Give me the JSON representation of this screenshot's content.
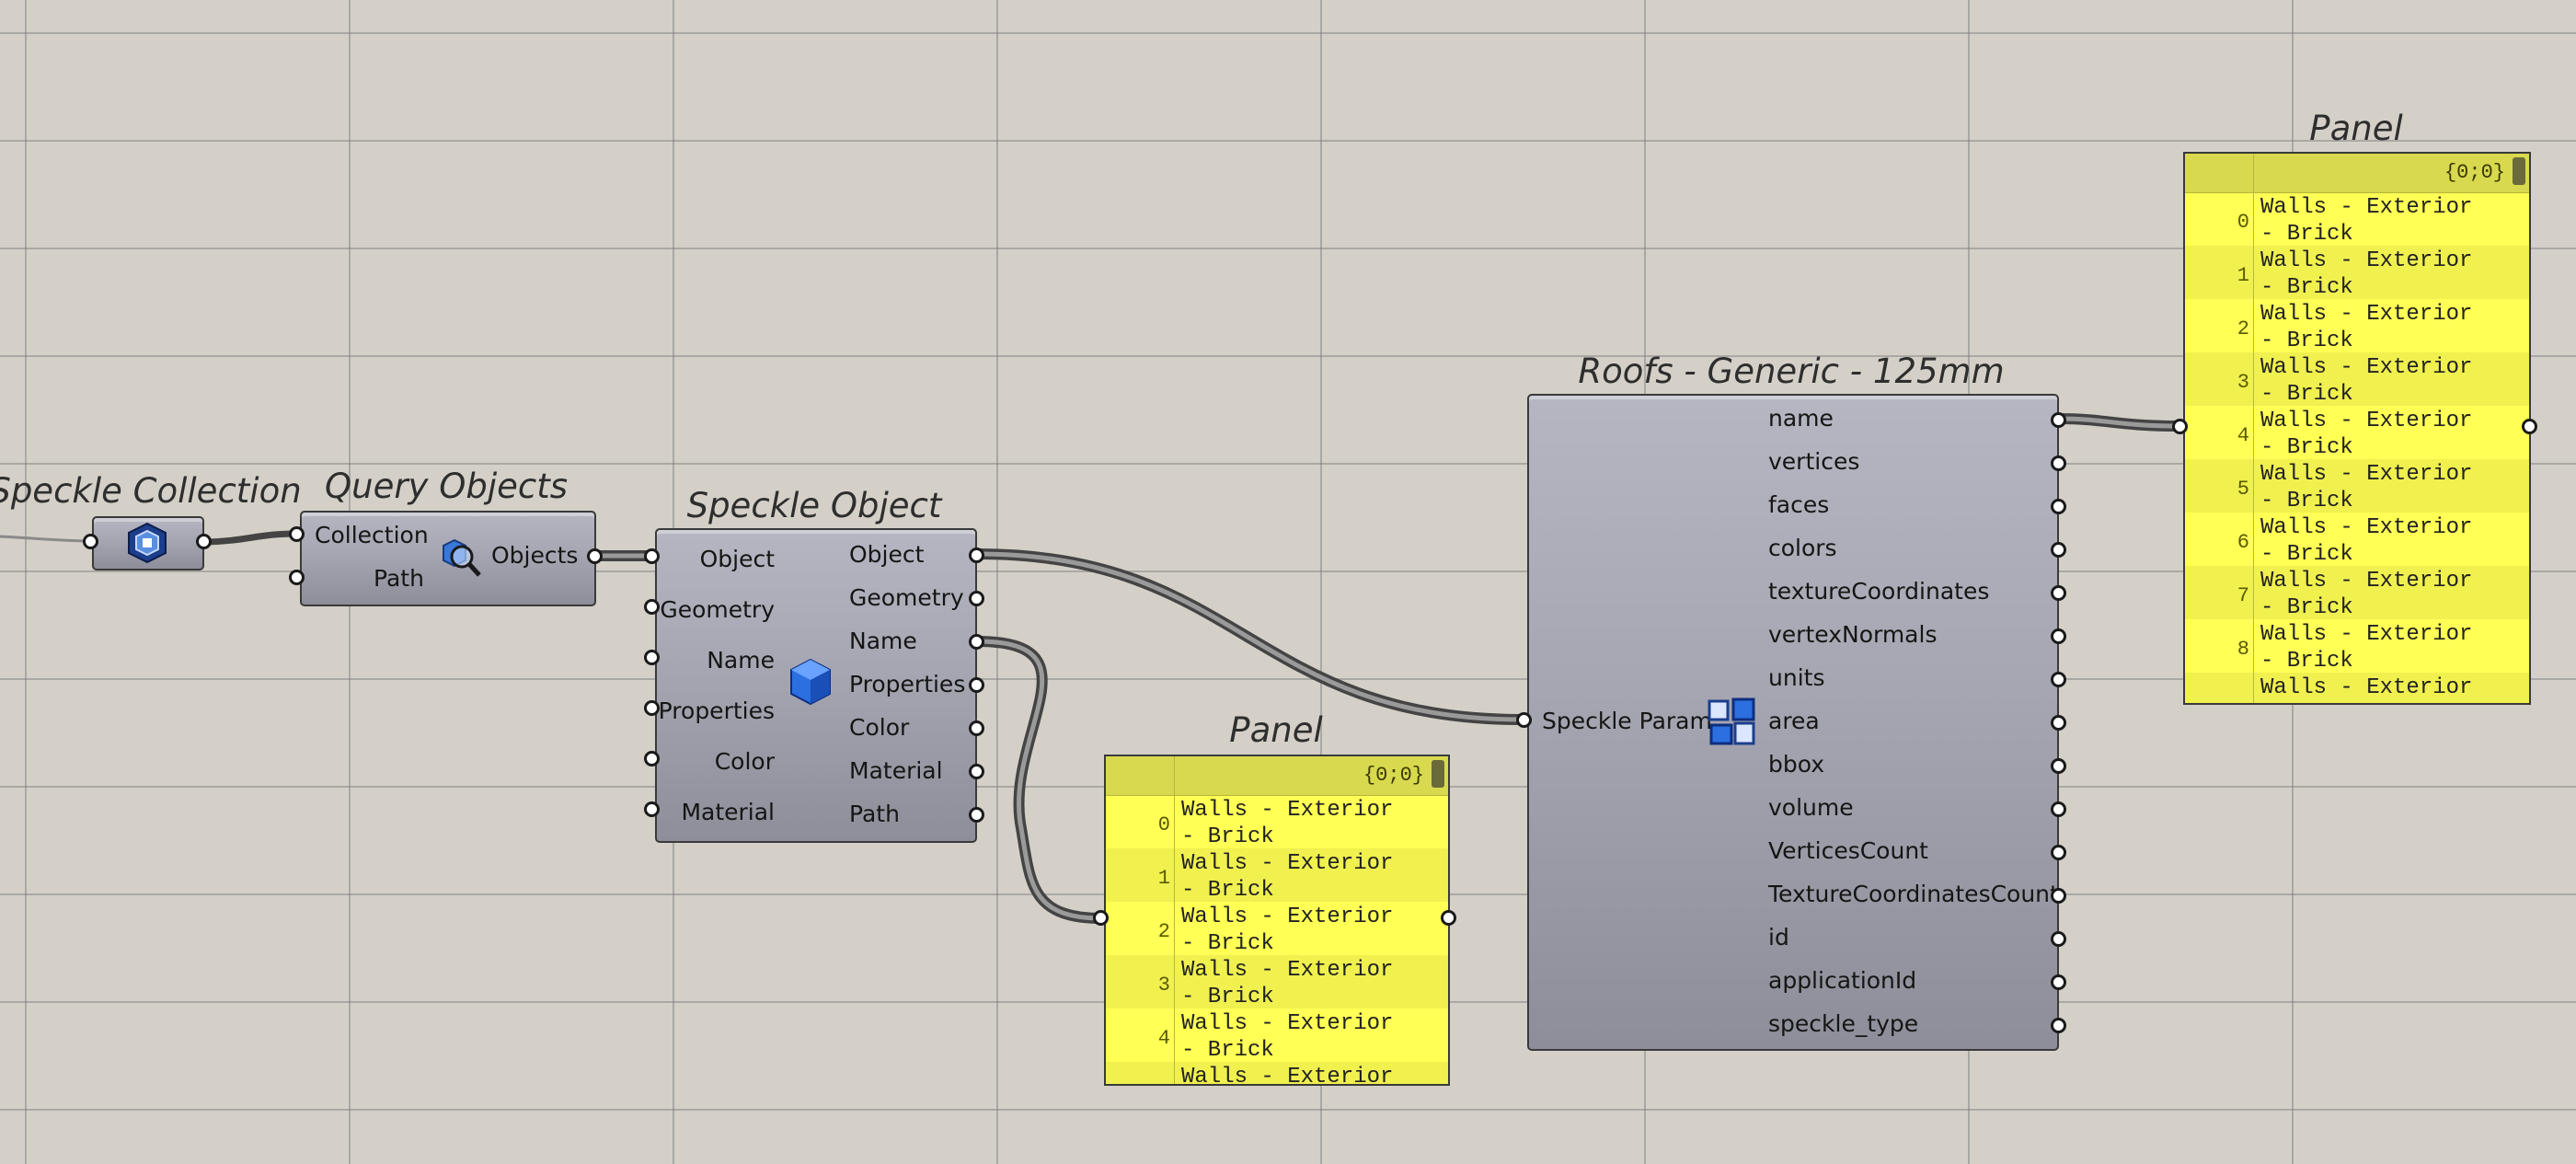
{
  "canvas": {
    "background": "#d4d0c8",
    "wire_color": "#5a5a5a"
  },
  "nodes": {
    "speckle_collection": {
      "title": "Speckle Collection",
      "icon": "speckle-collection-hex-icon"
    },
    "query_objects": {
      "title": "Query Objects",
      "inputs": [
        "Collection",
        "Path"
      ],
      "outputs": [
        "Objects"
      ],
      "icon": "magnifier-cube-icon"
    },
    "speckle_object": {
      "title": "Speckle Object",
      "inputs": [
        "Object",
        "Geometry",
        "Name",
        "Properties",
        "Color",
        "Material"
      ],
      "outputs": [
        "Object",
        "Geometry",
        "Name",
        "Properties",
        "Color",
        "Material",
        "Path"
      ],
      "icon": "blue-cube-icon"
    },
    "roofs": {
      "title": "Roofs - Generic - 125mm",
      "inputs": [
        "Speckle Param"
      ],
      "outputs": [
        "name",
        "vertices",
        "faces",
        "colors",
        "textureCoordinates",
        "vertexNormals",
        "units",
        "area",
        "bbox",
        "volume",
        "VerticesCount",
        "TextureCoordinatesCount",
        "id",
        "applicationId",
        "speckle_type"
      ],
      "icon": "deconstruct-puzzle-icon"
    }
  },
  "panel_bottom": {
    "title": "Panel",
    "path": "{0;0}",
    "rows": [
      {
        "index": "0",
        "text": "Walls - Exterior\n- Brick"
      },
      {
        "index": "1",
        "text": "Walls - Exterior\n- Brick"
      },
      {
        "index": "2",
        "text": "Walls - Exterior\n- Brick"
      },
      {
        "index": "3",
        "text": "Walls - Exterior\n- Brick"
      },
      {
        "index": "4",
        "text": "Walls - Exterior\n- Brick"
      },
      {
        "index": "",
        "text": "Walls - Exterior"
      }
    ]
  },
  "panel_top": {
    "title": "Panel",
    "path": "{0;0}",
    "rows": [
      {
        "index": "0",
        "text": "Walls - Exterior\n- Brick"
      },
      {
        "index": "1",
        "text": "Walls - Exterior\n- Brick"
      },
      {
        "index": "2",
        "text": "Walls - Exterior\n- Brick"
      },
      {
        "index": "3",
        "text": "Walls - Exterior\n- Brick"
      },
      {
        "index": "4",
        "text": "Walls - Exterior\n- Brick"
      },
      {
        "index": "5",
        "text": "Walls - Exterior\n- Brick"
      },
      {
        "index": "6",
        "text": "Walls - Exterior\n- Brick"
      },
      {
        "index": "7",
        "text": "Walls - Exterior\n- Brick"
      },
      {
        "index": "8",
        "text": "Walls - Exterior\n- Brick"
      },
      {
        "index": "",
        "text": "Walls - Exterior"
      }
    ]
  }
}
